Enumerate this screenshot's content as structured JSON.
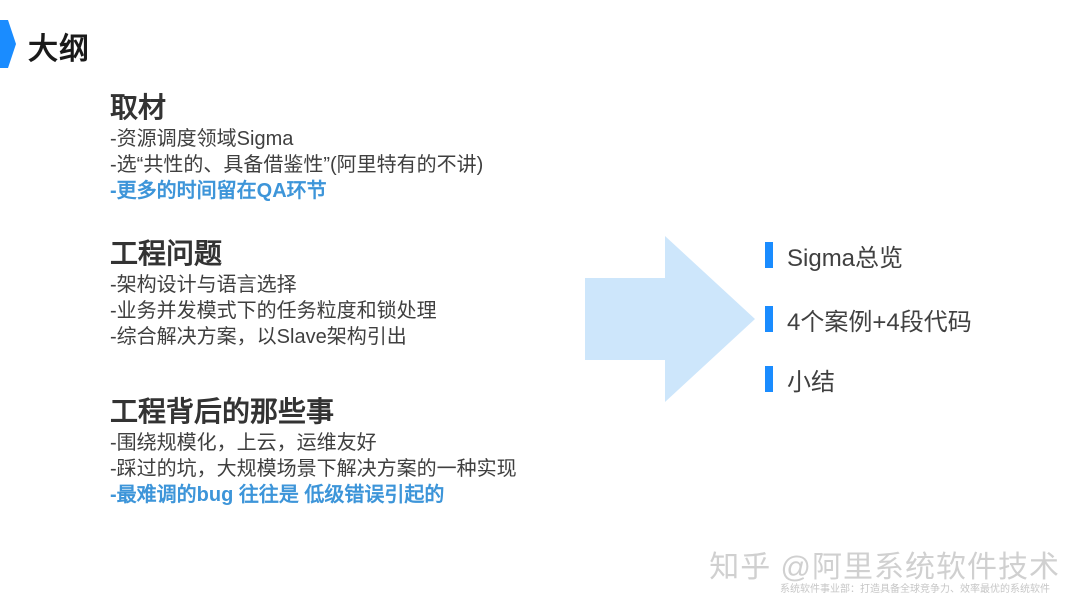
{
  "colors": {
    "accent": "#1a8cff",
    "highlight": "#3d95d9",
    "arrow": "#cde6fb",
    "marker": "#1a8cff"
  },
  "slide": {
    "title": "大纲",
    "sections": [
      {
        "heading": "取材",
        "items": [
          {
            "text": "-资源调度领域Sigma",
            "highlight": false
          },
          {
            "text": "-选“共性的、具备借鉴性”(阿里特有的不讲)",
            "highlight": false
          },
          {
            "text": "-更多的时间留在QA环节",
            "highlight": true
          }
        ]
      },
      {
        "heading": "工程问题",
        "items": [
          {
            "text": "-架构设计与语言选择",
            "highlight": false
          },
          {
            "text": "-业务并发模式下的任务粒度和锁处理",
            "highlight": false
          },
          {
            "text": "-综合解决方案，以Slave架构引出",
            "highlight": false
          }
        ]
      },
      {
        "heading": "工程背后的那些事",
        "items": [
          {
            "text": "-围绕规模化，上云，运维友好",
            "highlight": false
          },
          {
            "text": "-踩过的坑，大规模场景下解决方案的一种实现",
            "highlight": false
          },
          {
            "text": "-最难调的bug 往往是 低级错误引起的",
            "highlight": true
          }
        ]
      }
    ],
    "outline": [
      "Sigma总览",
      "4个案例+4段代码",
      "小结"
    ]
  },
  "watermark": {
    "main": "知乎 @阿里系统软件技术",
    "sub": "系统软件事业部：打造具备全球竞争力、效率最优的系统软件"
  }
}
